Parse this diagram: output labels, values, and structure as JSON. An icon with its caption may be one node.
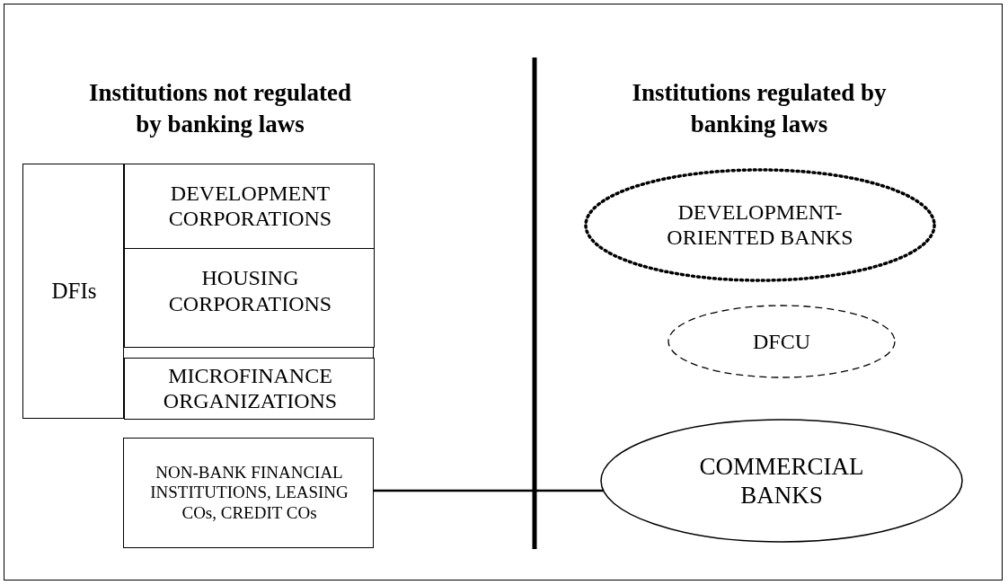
{
  "diagram": {
    "nodes": [
      {
        "text": [
          "DFIs"
        ]
      },
      {
        "text": [
          "DEVELOPMENT CORPORATIONS"
        ],
        "in": 0
      },
      {
        "text": [
          "HOUSING CORPORATIONS"
        ],
        "in": 0
      },
      {
        "text": [
          "MICROFINANCE ORGANIZATIONS"
        ],
        "in": 0
      },
      {
        "text": [
          "NON-BANK FINANCIAL INSTITUTIONS, LEASING COs, CREDIT COs"
        ]
      },
      {
        "text": [
          "DEVELOPMENT-ORIENTED BANKS"
        ]
      },
      {
        "text": [
          "DFCU"
        ]
      },
      {
        "text": [
          "COMMERCIAL BANKS"
        ]
      }
    ],
    "edges": [
      {
        "from": 4,
        "to": 7,
        "arrow": "none"
      }
    ],
    "labels": [
      "Institutions not regulated by banking laws",
      "Institutions regulated by banking laws"
    ]
  }
}
